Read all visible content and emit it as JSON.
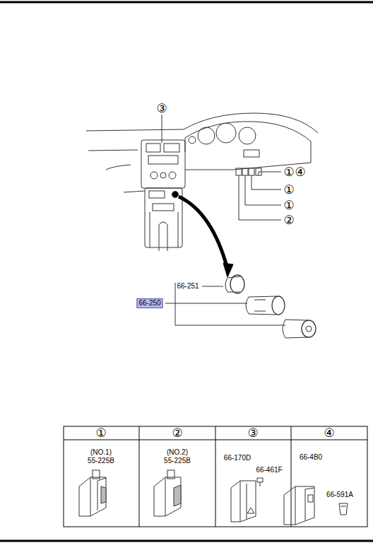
{
  "diagram": {
    "labels": [
      "③",
      "①",
      "④",
      "①",
      "①",
      "②",
      "66-251",
      "66-250",
      "①",
      "②",
      "③",
      "④",
      "(NO.1)",
      "55-225B",
      "(NO.2)",
      "55-225B",
      "66-170D",
      "66-461F",
      "66-4B0",
      "66-591A"
    ]
  }
}
